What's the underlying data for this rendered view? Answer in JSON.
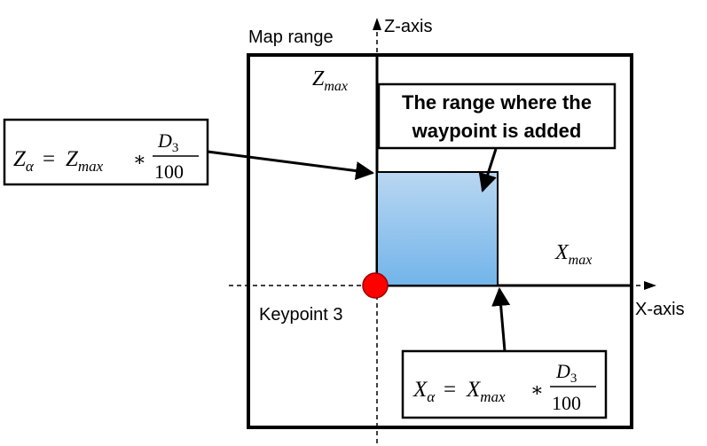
{
  "labels": {
    "map_range": "Map range",
    "z_axis": "Z-axis",
    "x_axis": "X-axis",
    "keypoint": "Keypoint 3",
    "range_line1": "The range where the",
    "range_line2": "waypoint is added"
  },
  "zmax_label": {
    "var": "Z",
    "sub": "max"
  },
  "xmax_label": {
    "var": "X",
    "sub": "max"
  },
  "formula_z": {
    "lhs_var": "Z",
    "lhs_sub": "α",
    "eq": "=",
    "rhs_var": "Z",
    "rhs_sub": "max",
    "op": "∗",
    "num_var": "D",
    "num_sub": "3",
    "den": "100"
  },
  "formula_x": {
    "lhs_var": "X",
    "lhs_sub": "α",
    "eq": "=",
    "rhs_var": "X",
    "rhs_sub": "max",
    "op": "∗",
    "num_var": "D",
    "num_sub": "3",
    "den": "100"
  },
  "colors": {
    "region_top": "#b9d7f1",
    "region_bottom": "#72b4ea",
    "keypoint": "#ff0000"
  }
}
